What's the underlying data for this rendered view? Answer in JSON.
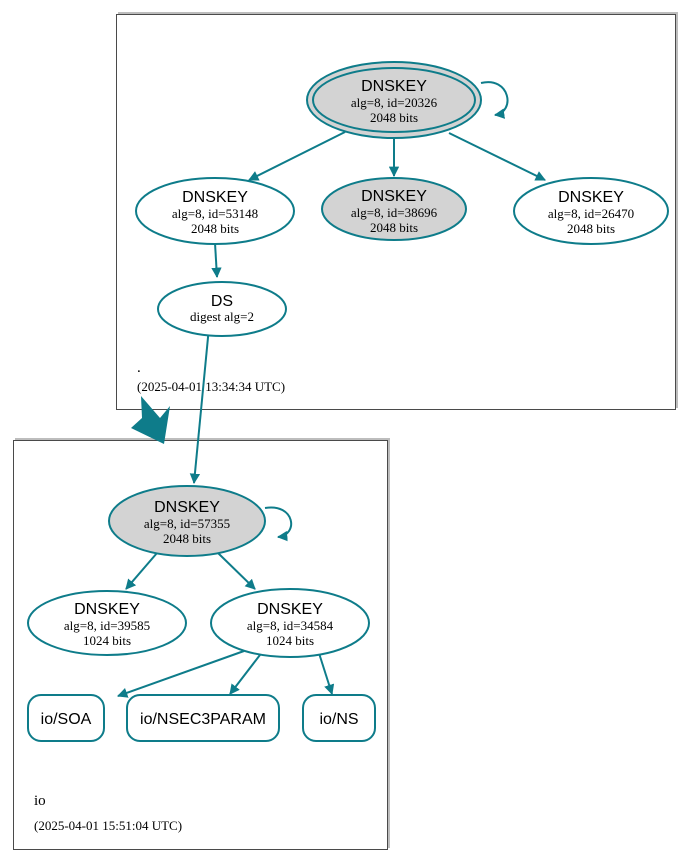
{
  "diagram": {
    "type": "dnssec-authentication-chain",
    "accent_color": "#0e7c8a",
    "shaded_fill": "#d3d3d3",
    "node_fill": "#ffffff",
    "zone_border_color": "#4a4a4a"
  },
  "zones": [
    {
      "id": "root",
      "name": ".",
      "timestamp": "(2025-04-01 13:34:34 UTC)",
      "nodes": [
        {
          "id": "root-ksk-20326",
          "kind": "DNSKEY",
          "title": "DNSKEY",
          "params": "alg=8, id=20326",
          "size": "2048 bits",
          "shaded": true,
          "double_border": true,
          "self_signed": true
        },
        {
          "id": "root-zsk-53148",
          "kind": "DNSKEY",
          "title": "DNSKEY",
          "params": "alg=8, id=53148",
          "size": "2048 bits",
          "shaded": false,
          "double_border": false,
          "self_signed": false
        },
        {
          "id": "root-zsk-38696",
          "kind": "DNSKEY",
          "title": "DNSKEY",
          "params": "alg=8, id=38696",
          "size": "2048 bits",
          "shaded": true,
          "double_border": false,
          "self_signed": false
        },
        {
          "id": "root-zsk-26470",
          "kind": "DNSKEY",
          "title": "DNSKEY",
          "params": "alg=8, id=26470",
          "size": "2048 bits",
          "shaded": false,
          "double_border": false,
          "self_signed": false
        },
        {
          "id": "root-ds",
          "kind": "DS",
          "title": "DS",
          "params": "digest alg=2",
          "size": "",
          "shaded": false,
          "double_border": false,
          "self_signed": false
        }
      ]
    },
    {
      "id": "io",
      "name": "io",
      "timestamp": "(2025-04-01 15:51:04 UTC)",
      "nodes": [
        {
          "id": "io-ksk-57355",
          "kind": "DNSKEY",
          "title": "DNSKEY",
          "params": "alg=8, id=57355",
          "size": "2048 bits",
          "shaded": true,
          "double_border": false,
          "self_signed": true
        },
        {
          "id": "io-zsk-39585",
          "kind": "DNSKEY",
          "title": "DNSKEY",
          "params": "alg=8, id=39585",
          "size": "1024 bits",
          "shaded": false,
          "double_border": false,
          "self_signed": false
        },
        {
          "id": "io-zsk-34584",
          "kind": "DNSKEY",
          "title": "DNSKEY",
          "params": "alg=8, id=34584",
          "size": "1024 bits",
          "shaded": false,
          "double_border": false,
          "self_signed": false
        }
      ],
      "rrsets": [
        {
          "id": "io-soa",
          "label": "io/SOA"
        },
        {
          "id": "io-nsec3param",
          "label": "io/NSEC3PARAM"
        },
        {
          "id": "io-ns",
          "label": "io/NS"
        }
      ]
    }
  ],
  "edges": [
    {
      "from": "root-ksk-20326",
      "to": "root-ksk-20326",
      "kind": "self-sign"
    },
    {
      "from": "root-ksk-20326",
      "to": "root-zsk-53148",
      "kind": "sign"
    },
    {
      "from": "root-ksk-20326",
      "to": "root-zsk-38696",
      "kind": "sign"
    },
    {
      "from": "root-ksk-20326",
      "to": "root-zsk-26470",
      "kind": "sign"
    },
    {
      "from": "root-zsk-53148",
      "to": "root-ds",
      "kind": "sign"
    },
    {
      "from": "root-ds",
      "to": "io-ksk-57355",
      "kind": "delegation"
    },
    {
      "from": "io-ksk-57355",
      "to": "io-ksk-57355",
      "kind": "self-sign"
    },
    {
      "from": "io-ksk-57355",
      "to": "io-zsk-39585",
      "kind": "sign"
    },
    {
      "from": "io-ksk-57355",
      "to": "io-zsk-34584",
      "kind": "sign"
    },
    {
      "from": "io-zsk-34584",
      "to": "io-soa",
      "kind": "sign"
    },
    {
      "from": "io-zsk-34584",
      "to": "io-nsec3param",
      "kind": "sign"
    },
    {
      "from": "io-zsk-34584",
      "to": "io-ns",
      "kind": "sign"
    }
  ]
}
